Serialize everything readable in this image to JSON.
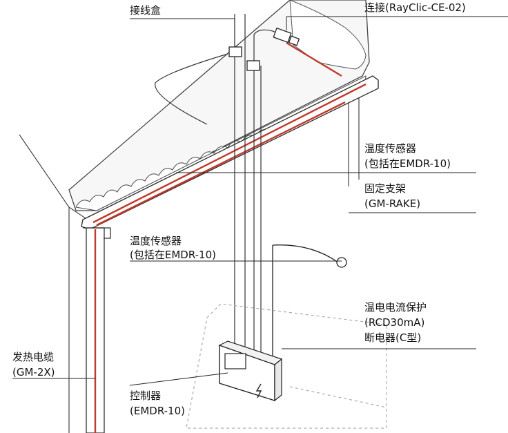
{
  "labels": {
    "junction_box": "接线盒",
    "connector": "连接(RayClic-CE-02)",
    "sensor_roof_line1": "温度传感器",
    "sensor_roof_line2": "(包括在EMDR-10)",
    "rake_line1": "固定支架",
    "rake_line2": "(GM-RAKE)",
    "sensor_ground_line1": "温度传感器",
    "sensor_ground_line2": "(包括在EMDR-10)",
    "rcd_line1": "温电电流保护",
    "rcd_line2": "(RCD30mA)",
    "rcd_line3": "断电器(C型)",
    "cable_line1": "发热电缆",
    "cable_line2": "(GM-2X)",
    "controller_line1": "控制器",
    "controller_line2": "(EMDR-10)"
  },
  "colors": {
    "cable": "#c0392b",
    "line": "#222222",
    "dashed": "#aaaaaa",
    "snow": "#f4f4f4"
  },
  "icons": {
    "controller_symbol": "lightning-icon"
  }
}
